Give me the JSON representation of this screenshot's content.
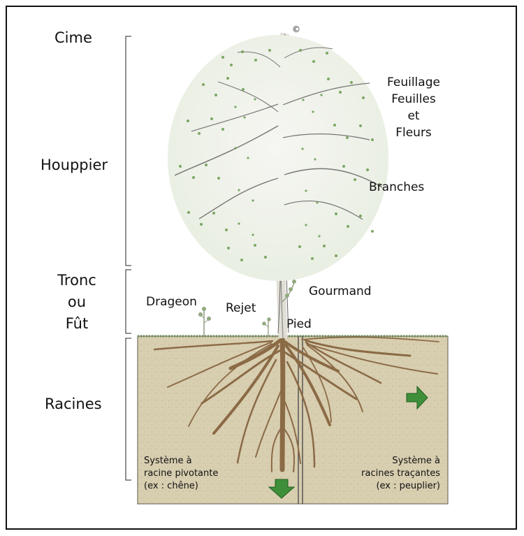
{
  "labels": {
    "cime": "Cime",
    "houppier": "Houppier",
    "tronc": [
      "Tronc",
      "ou",
      "Fût"
    ],
    "racines": "Racines",
    "feuillage": [
      "Feuillage",
      "Feuilles",
      "et",
      "Fleurs"
    ],
    "branches": "Branches",
    "gourmand": "Gourmand",
    "drageon": "Drageon",
    "rejet": "Rejet",
    "pied": "Pied",
    "copyright": "©"
  },
  "systems": {
    "pivot": [
      "Système à",
      "racine pivotante",
      "(ex : chêne)"
    ],
    "tracant": [
      "Système à",
      "racines traçantes",
      "(ex : peuplier)"
    ]
  },
  "colors": {
    "soil": "#d8ceb0",
    "root": "#8b6a46",
    "leaf": "#6f9f57",
    "arrow": "#3f8f3a",
    "frame": "#111111"
  }
}
